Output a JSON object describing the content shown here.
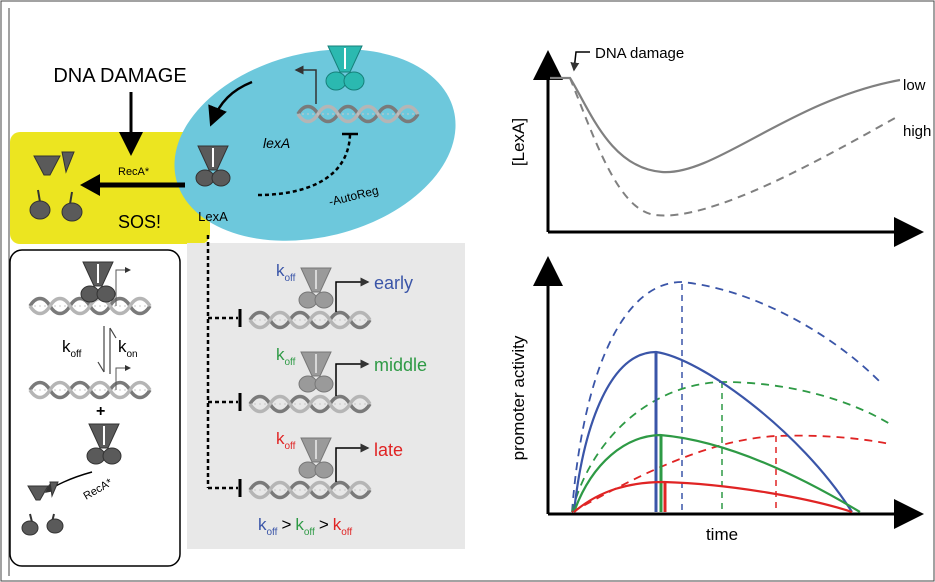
{
  "left_panel": {
    "dna_damage": "DNA DAMAGE",
    "reca_star": "RecA*",
    "sos": "SOS!",
    "lexa_gene": "lexA",
    "lexa_protein": "LexA",
    "autoreg": "-AutoReg",
    "equilibrium": {
      "k": "k",
      "off_sub": "off",
      "on_sub": "on",
      "plus": "+",
      "reca_star": "RecA*"
    },
    "promoters": {
      "k": "k",
      "off_sub": "off",
      "early": "early",
      "middle": "middle",
      "late": "late",
      "gt": ">"
    }
  },
  "lexa_graph": {
    "ylabel": "[LexA]",
    "annotation": "DNA damage",
    "low": "low",
    "high": "high"
  },
  "activity_graph": {
    "ylabel": "promoter activity",
    "xlabel": "time"
  },
  "colors": {
    "cyan": "#6dc8dc",
    "yellow": "#ece520",
    "panel_gray": "#e8e8e8",
    "protein_dark": "#5a5a5a",
    "protein_teal": "#2bb9b0",
    "early": "#3a55a8",
    "middle": "#2e9a45",
    "late": "#e02424",
    "curve_gray": "#808080"
  }
}
